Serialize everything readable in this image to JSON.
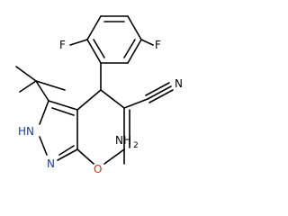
{
  "molecule": {
    "atoms": {
      "F_top_left": "F",
      "F_top_right": "F",
      "N_nitrile": "N",
      "HN_ring": "HN",
      "N_ring": "N",
      "O_ring": "O",
      "NH2_label": "NH",
      "NH2_subscript": "2"
    }
  },
  "colors": {
    "bond": "#000000",
    "text": "#000000",
    "oxygen": "#d03020",
    "nitrogen": "#1f3f8f"
  }
}
